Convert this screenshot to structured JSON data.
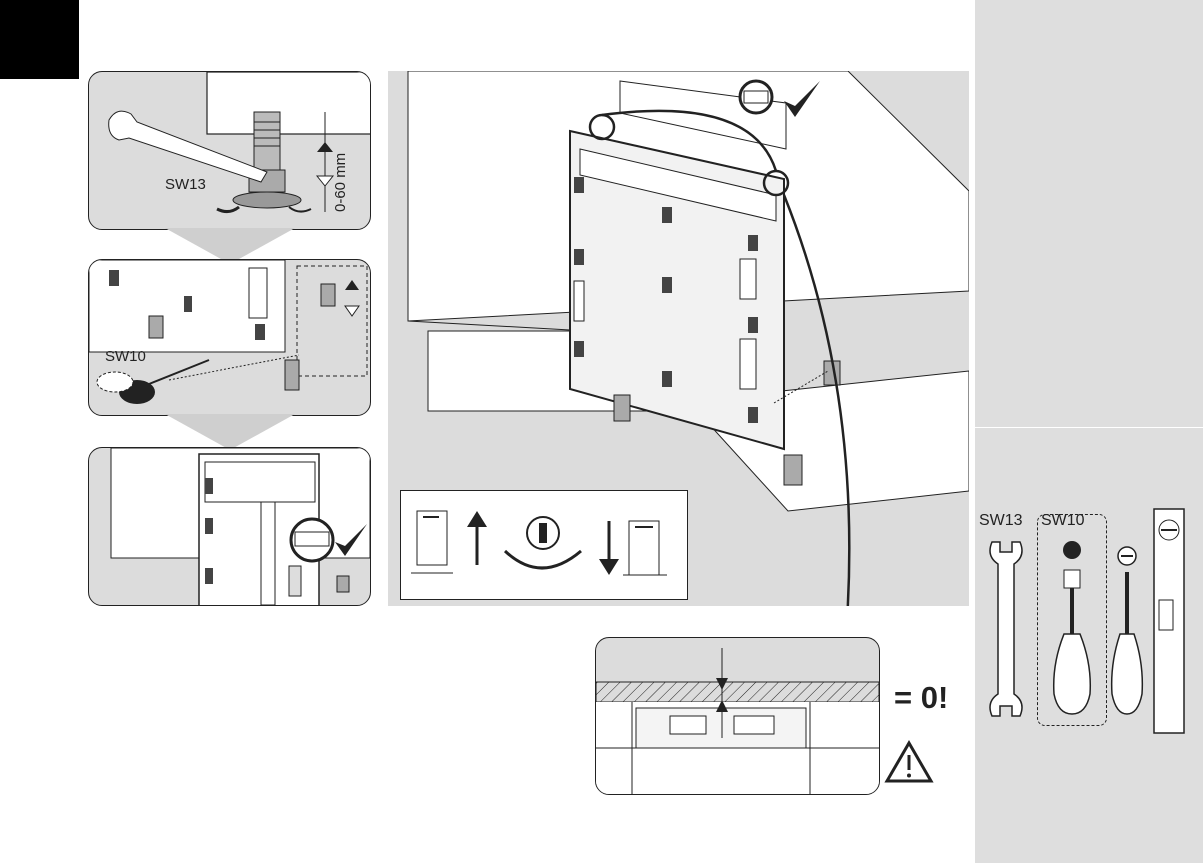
{
  "labels": {
    "wrench_size_top": "SW13",
    "screwdriver_size_mid": "SW10",
    "height_range": "0-60 mm",
    "gap_equals_zero": "= 0!",
    "tool_wrench": "SW13",
    "tool_socket": "SW10"
  },
  "icons": {
    "check": "checkmark-icon",
    "warning": "warning-triangle-icon",
    "level": "spirit-level-icon"
  },
  "colors": {
    "panel_fill": "#dcdcdc",
    "sidebar_fill": "#dedede",
    "line": "#222222"
  }
}
